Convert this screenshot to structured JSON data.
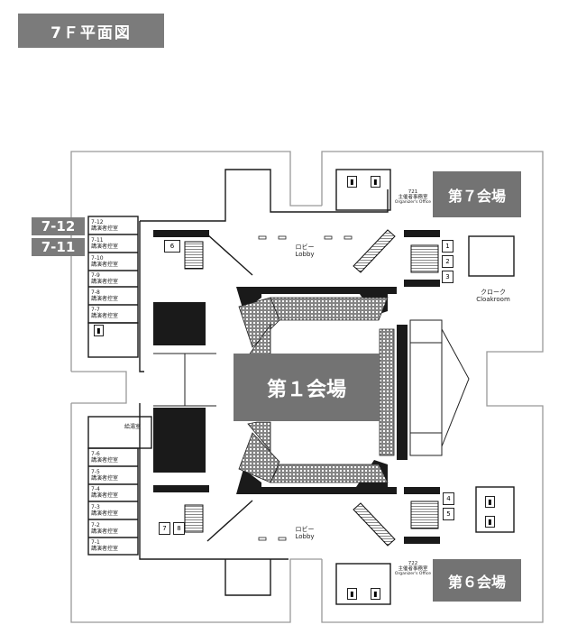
{
  "title": "7Ｆ平面図",
  "halls": {
    "main": "第１会場",
    "hall7": "第７会場",
    "hall6": "第６会場"
  },
  "side_tags": [
    "7-12",
    "7-11"
  ],
  "rooms_upper": [
    {
      "no": "7-12",
      "name": "講演者控室"
    },
    {
      "no": "7-11",
      "name": "講演者控室"
    },
    {
      "no": "7-10",
      "name": "講演者控室"
    },
    {
      "no": "7-9",
      "name": "講演者控室"
    },
    {
      "no": "7-8",
      "name": "講演者控室"
    },
    {
      "no": "7-7",
      "name": "講演者控室"
    }
  ],
  "rooms_lower": [
    {
      "no": "7-6",
      "name": "講演者控室"
    },
    {
      "no": "7-5",
      "name": "講演者控室"
    },
    {
      "no": "7-4",
      "name": "講演者控室"
    },
    {
      "no": "7-3",
      "name": "講演者控室"
    },
    {
      "no": "7-2",
      "name": "講演者控室"
    },
    {
      "no": "7-1",
      "name": "講演者控室"
    }
  ],
  "kitchenette": "給湯室",
  "organizer_office_721": {
    "no": "721",
    "jp": "主催者事務室",
    "en": "Organizer's Office"
  },
  "organizer_office_722": {
    "no": "722",
    "jp": "主催者事務室",
    "en": "Organizer's Office"
  },
  "lobby_top": {
    "jp": "ロビー",
    "en": "Lobby"
  },
  "lobby_bottom": {
    "jp": "ロビー",
    "en": "Lobby"
  },
  "cloakroom": {
    "jp": "クローク",
    "en": "Cloakroom"
  },
  "elevators": [
    "1",
    "2",
    "3",
    "4",
    "5",
    "6",
    "7",
    "8"
  ],
  "colors": {
    "label_bg": "#7b7b7b",
    "wall": "#1a1a1a",
    "outline": "#999999"
  }
}
